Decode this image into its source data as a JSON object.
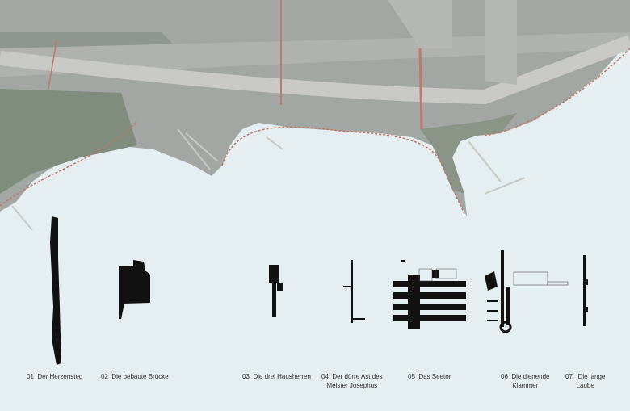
{
  "colors": {
    "lake": "#e5eef0",
    "land": "#9ea3a0",
    "rail": "#b8bab6",
    "route": "#c0786a",
    "shape": "#111111"
  },
  "projects": [
    {
      "label": "01_Der Herzensteg"
    },
    {
      "label": "02_Die bebaute Brücke"
    },
    {
      "label": "03_Die drei Hausherren"
    },
    {
      "label": "04_Der dürre Ast des",
      "label2": "Meister Josephus"
    },
    {
      "label": "05_Das Seetor"
    },
    {
      "label": "06_Die dienende",
      "label2": "Klammer"
    },
    {
      "label": "07_ Die lange",
      "label2": "Laube"
    }
  ]
}
